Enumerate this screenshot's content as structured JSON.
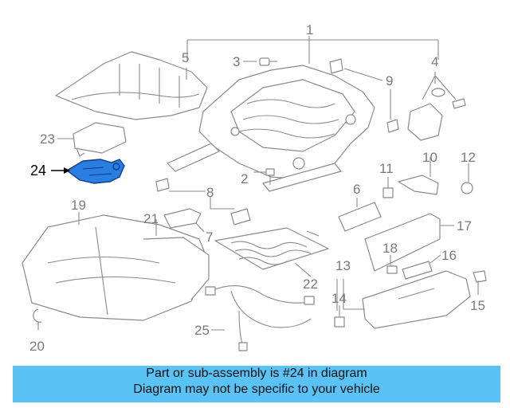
{
  "diagram": {
    "highlight_color": "#2a7de1",
    "callouts": [
      {
        "id": "1",
        "label": "1"
      },
      {
        "id": "2",
        "label": "2"
      },
      {
        "id": "3",
        "label": "3"
      },
      {
        "id": "4",
        "label": "4"
      },
      {
        "id": "5",
        "label": "5"
      },
      {
        "id": "6",
        "label": "6"
      },
      {
        "id": "7",
        "label": "7"
      },
      {
        "id": "8",
        "label": "8"
      },
      {
        "id": "9",
        "label": "9"
      },
      {
        "id": "10",
        "label": "10"
      },
      {
        "id": "11",
        "label": "11"
      },
      {
        "id": "12",
        "label": "12"
      },
      {
        "id": "13",
        "label": "13"
      },
      {
        "id": "14",
        "label": "14"
      },
      {
        "id": "15",
        "label": "15"
      },
      {
        "id": "16",
        "label": "16"
      },
      {
        "id": "17",
        "label": "17"
      },
      {
        "id": "18",
        "label": "18"
      },
      {
        "id": "19",
        "label": "19"
      },
      {
        "id": "20",
        "label": "20"
      },
      {
        "id": "21",
        "label": "21"
      },
      {
        "id": "22",
        "label": "22"
      },
      {
        "id": "23",
        "label": "23"
      },
      {
        "id": "24",
        "label": "24"
      },
      {
        "id": "25",
        "label": "25"
      }
    ]
  },
  "banner": {
    "line1": "Part or sub-assembly is #24 in diagram",
    "line2": "Diagram may not be specific to your vehicle",
    "color": "#5bc2f5"
  }
}
